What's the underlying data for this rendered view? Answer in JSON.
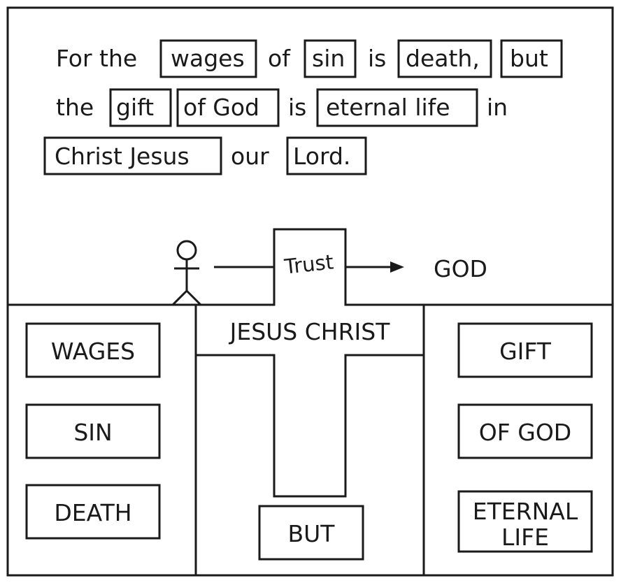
{
  "verse": {
    "line1": {
      "w1": "For the",
      "box_wages": "wages",
      "w2": "of",
      "box_sin": "sin",
      "w3": "is",
      "box_death": "death,",
      "box_but": "but"
    },
    "line2": {
      "w1": "the",
      "box_gift": "gift",
      "box_of_god": "of God",
      "w2": "is",
      "box_eternal_life": "eternal life",
      "w3": "in"
    },
    "line3": {
      "box_christ_jesus": "Christ Jesus",
      "w1": "our",
      "box_lord": "Lord."
    }
  },
  "illustration": {
    "trust_label": "Trust",
    "god_label": "GOD",
    "cross_label": "JESUS CHRIST",
    "but_label": "BUT"
  },
  "left_column": [
    "WAGES",
    "SIN",
    "DEATH"
  ],
  "right_column": [
    "GIFT",
    "OF GOD",
    "ETERNAL",
    "LIFE"
  ]
}
